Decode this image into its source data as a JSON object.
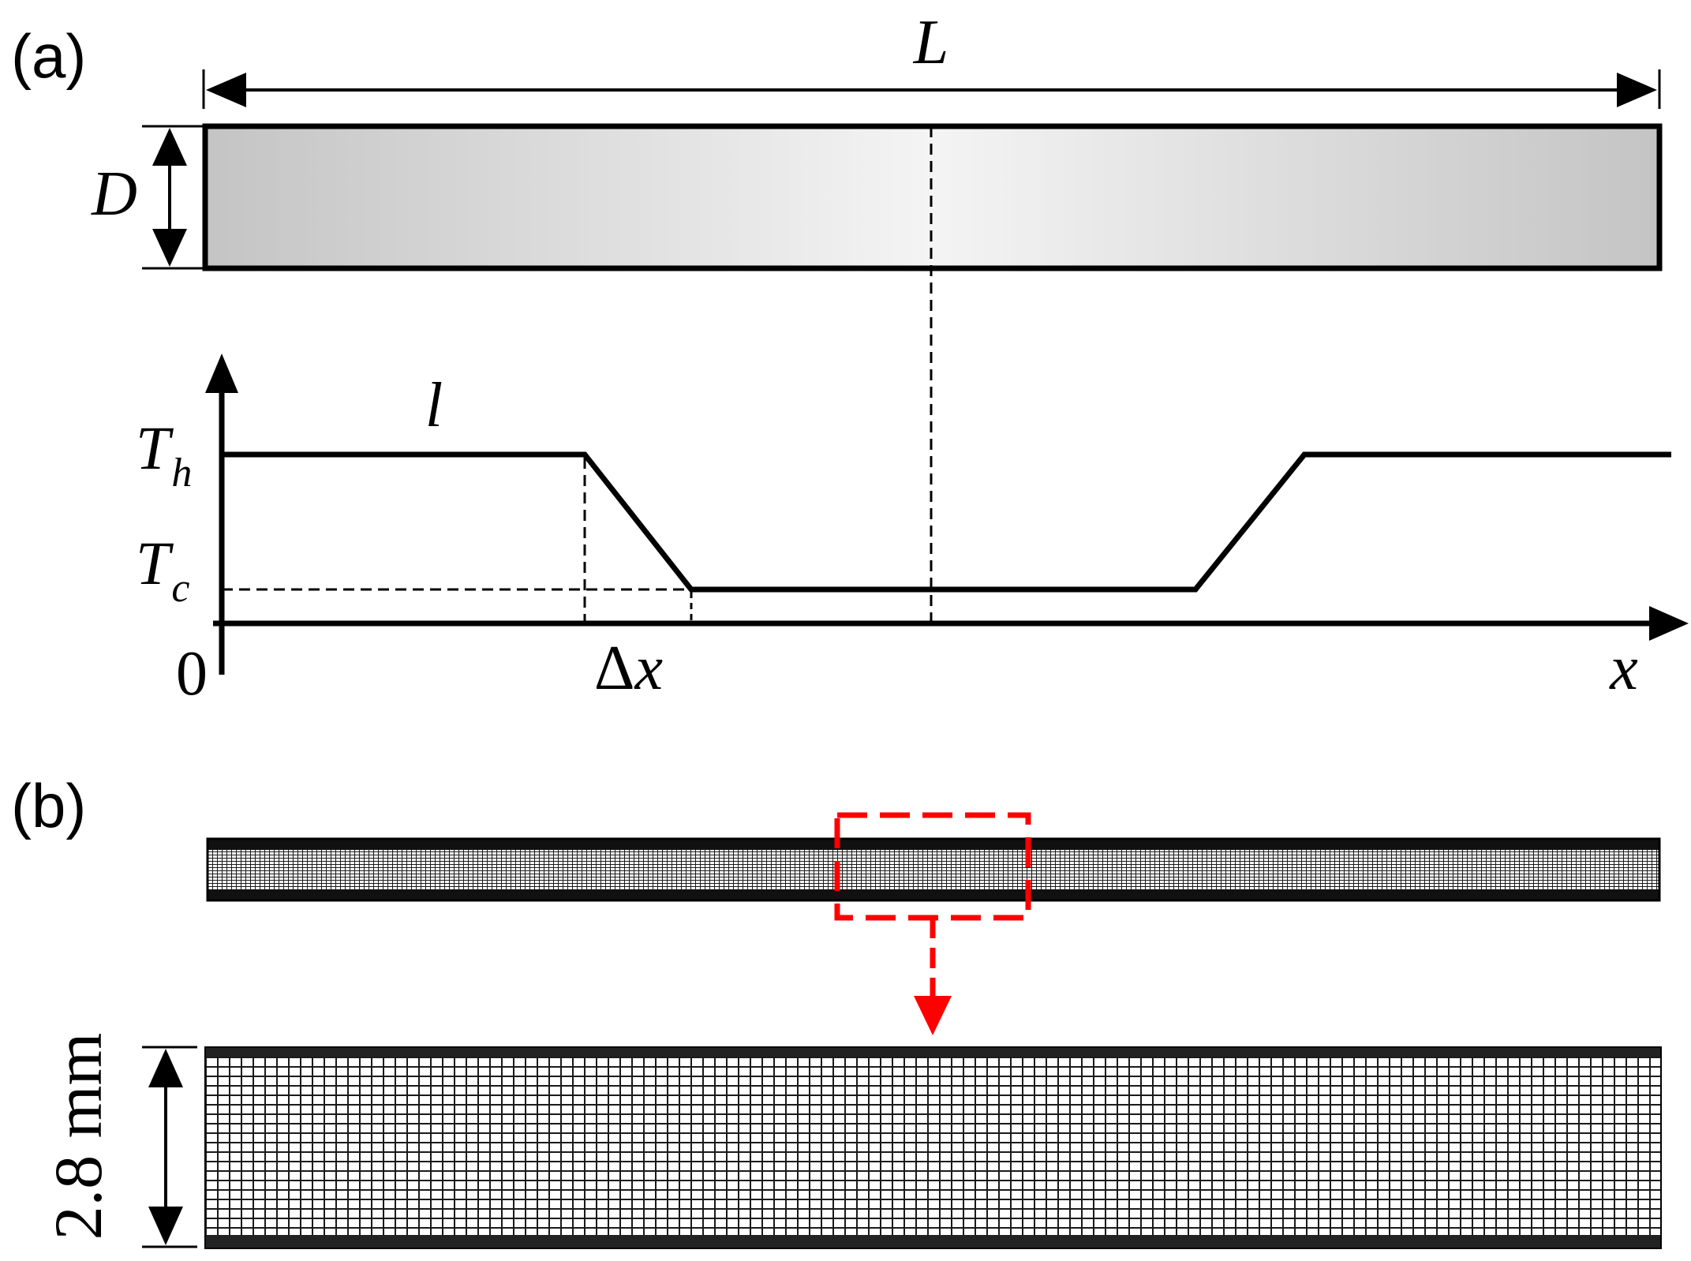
{
  "panel_a": {
    "label": "(a)",
    "length_label": "L",
    "thickness_label": "D",
    "profile": {
      "hot_symbol": "T",
      "hot_subscript": "h",
      "cold_symbol": "T",
      "cold_subscript": "c",
      "region_label": "l",
      "origin_label": "0",
      "delta_prefix": "Δ",
      "delta_var": "x",
      "x_axis_label": "x"
    }
  },
  "panel_b": {
    "label": "(b)",
    "scale_label": "2.8 mm"
  },
  "colors": {
    "line": "#000000",
    "highlight": "#ff0000",
    "bar_edge": "#c4c4c4",
    "bar_center": "#f4f4f4",
    "mesh": "#1a1a1a"
  }
}
